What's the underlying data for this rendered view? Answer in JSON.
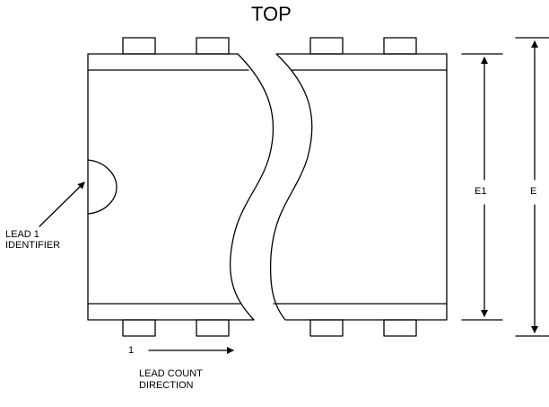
{
  "title": "TOP",
  "labels": {
    "lead1_line1": "LEAD 1",
    "lead1_line2": "IDENTIFIER",
    "e1": "E1",
    "e": "E",
    "count_start": "1",
    "direction_line1": "LEAD COUNT",
    "direction_line2": "DIRECTION"
  },
  "colors": {
    "stroke": "#000000",
    "background": "#ffffff"
  }
}
